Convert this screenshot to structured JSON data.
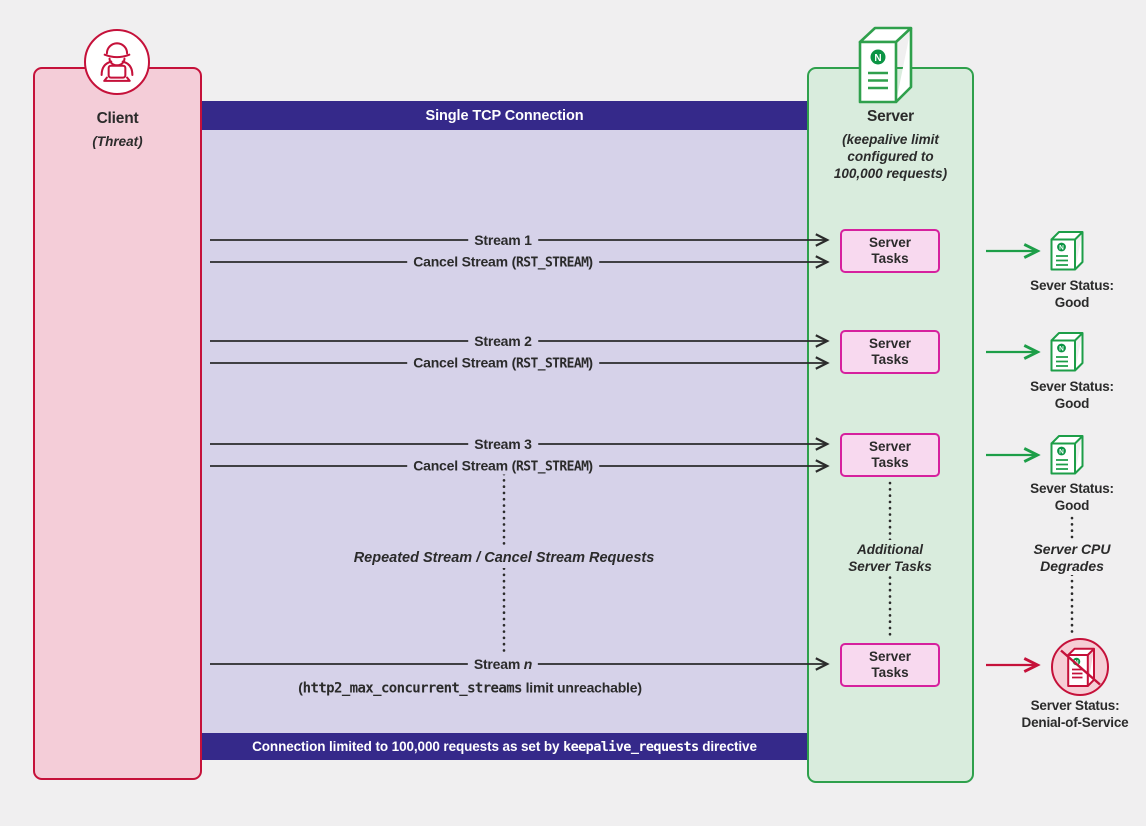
{
  "client": {
    "title": "Client",
    "subtitle": "(Threat)"
  },
  "tcp_band": {
    "header": "Single TCP Connection",
    "footer": {
      "prefix": "Connection limited to 100,000 requests as set by ",
      "code": "keepalive_requests",
      "suffix": " directive"
    }
  },
  "server": {
    "title": "Server",
    "subtitle_line1": "(keepalive limit",
    "subtitle_line2": "configured to",
    "subtitle_line3": "100,000 requests)"
  },
  "streams": [
    {
      "label": "Stream 1",
      "cancel": {
        "prefix": "Cancel Stream (",
        "code": "RST_STREAM",
        "suffix": ")"
      }
    },
    {
      "label": "Stream 2",
      "cancel": {
        "prefix": "Cancel Stream (",
        "code": "RST_STREAM",
        "suffix": ")"
      }
    },
    {
      "label": "Stream 3",
      "cancel": {
        "prefix": "Cancel Stream (",
        "code": "RST_STREAM",
        "suffix": ")"
      }
    }
  ],
  "stream_n": {
    "prefix": "Stream ",
    "n": "n",
    "note": {
      "prefix": "(",
      "code": "http2_max_concurrent_streams",
      "suffix": " limit unreachable)"
    }
  },
  "repeated_label": "Repeated Stream / Cancel Stream Requests",
  "task_box": {
    "line1": "Server",
    "line2": "Tasks"
  },
  "additional_tasks": {
    "line1": "Additional",
    "line2": "Server Tasks"
  },
  "statuses": [
    {
      "line1": "Sever Status:",
      "line2": "Good"
    },
    {
      "line1": "Sever Status:",
      "line2": "Good"
    },
    {
      "line1": "Sever Status:",
      "line2": "Good"
    }
  ],
  "cpu_degrades": {
    "line1": "Server CPU",
    "line2": "Degrades"
  },
  "dos_status": {
    "line1": "Server Status:",
    "line2": "Denial-of-Service"
  },
  "icons": {
    "client": "hacker-at-laptop-icon",
    "server": "nginx-server-icon",
    "status": "nginx-server-icon",
    "dos": "nginx-server-blocked-icon"
  },
  "colors": {
    "background": "#f0eff0",
    "client_fill": "#f4cdd8",
    "client_border": "#c5113a",
    "band_fill": "#d6d2e9",
    "band_bar": "#35298a",
    "server_fill": "#d9ecdd",
    "server_border": "#2fa04c",
    "task_fill": "#f8d9ef",
    "task_border": "#d6219e",
    "arrow_green": "#1d9e48",
    "arrow_red": "#c5113a",
    "nginx_green": "#0b9444",
    "text": "#2b2b2b"
  }
}
